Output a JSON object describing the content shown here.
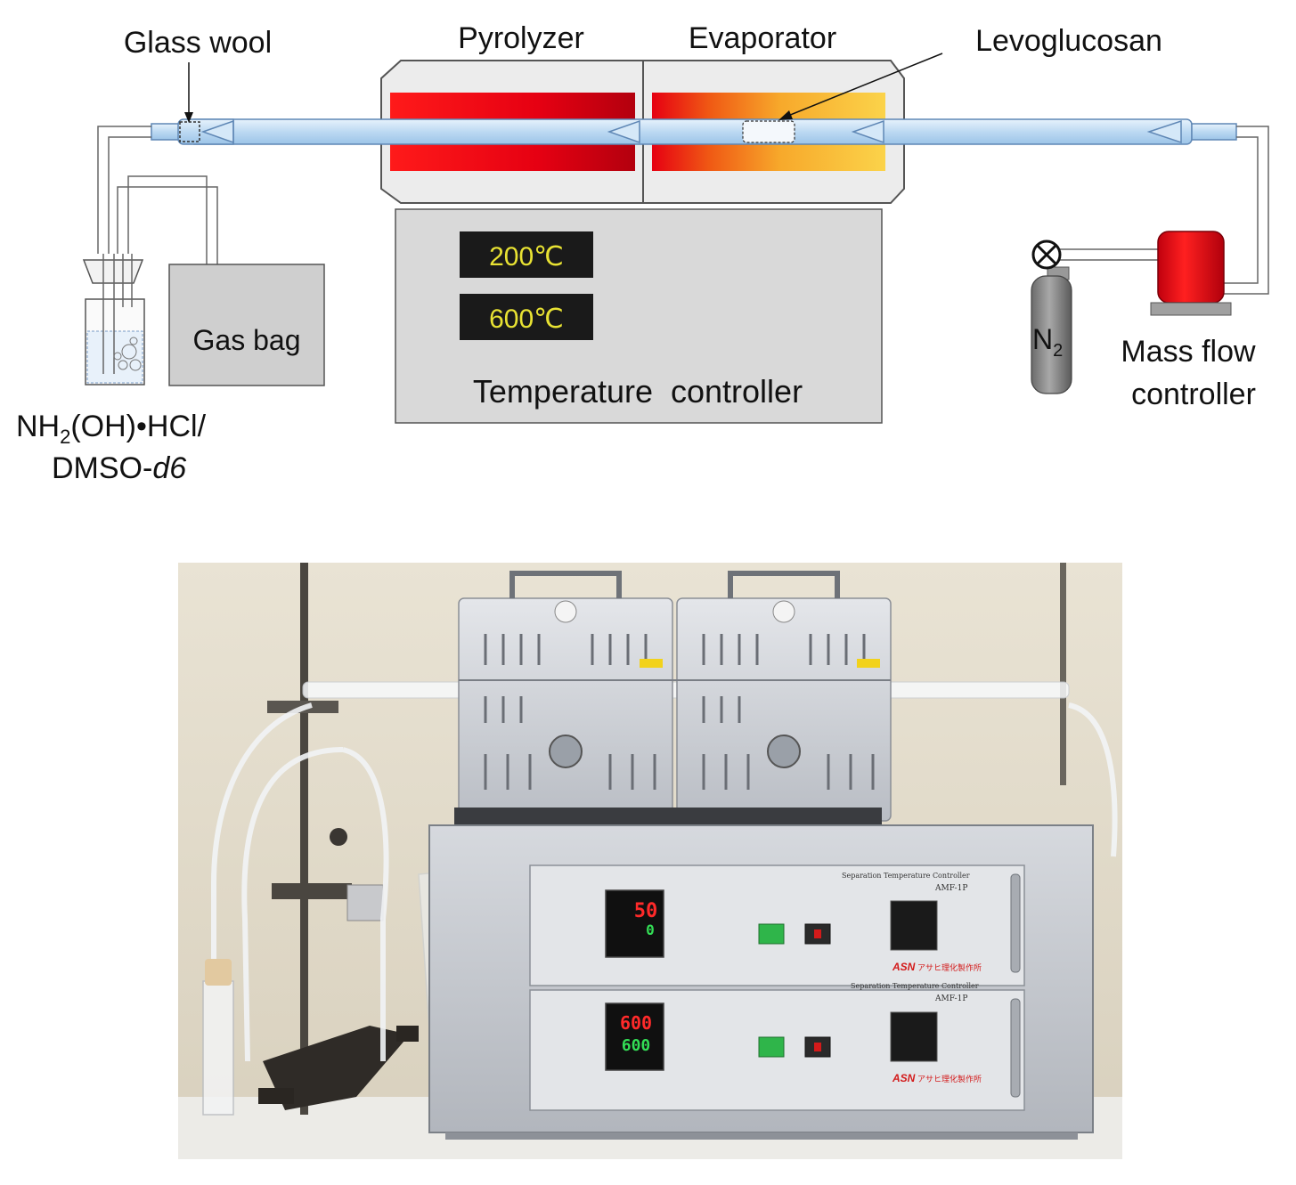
{
  "labels": {
    "glass_wool": "Glass wool",
    "pyrolyzer": "Pyrolyzer",
    "evaporator": "Evaporator",
    "levoglucosan": "Levoglucosan",
    "gas_bag": "Gas bag",
    "temperature_controller": "Temperature  controller",
    "mass_flow_line1": "Mass flow",
    "mass_flow_line2": "controller",
    "n2_base": "N",
    "n2_sub": "2",
    "trap_line1_a": "NH",
    "trap_line1_sub": "2",
    "trap_line1_b": "(OH)•HCl/",
    "trap_line2_a": "DMSO-",
    "trap_line2_italic": "d6"
  },
  "displays": {
    "evaporator_temp": "200℃",
    "pyrolyzer_temp": "600℃"
  },
  "photo": {
    "panel_title": "Separation Temperature Controller",
    "model": "AMF-1P",
    "brand": "ASN",
    "brand_jp": "アサヒ理化製作所",
    "upper_display_pv": "50",
    "upper_display_sv": "0",
    "lower_display_pv": "600",
    "lower_display_sv": "600"
  },
  "colors": {
    "pyrolyzer_heater": "#e60012",
    "evaporator_hot": "#e60012",
    "evaporator_warm": "#f7c948",
    "tube": "#bcd9f2",
    "controller_box": "#d9d9d9",
    "mfc_body": "#e60012",
    "lcd_text": "#e8e233"
  }
}
